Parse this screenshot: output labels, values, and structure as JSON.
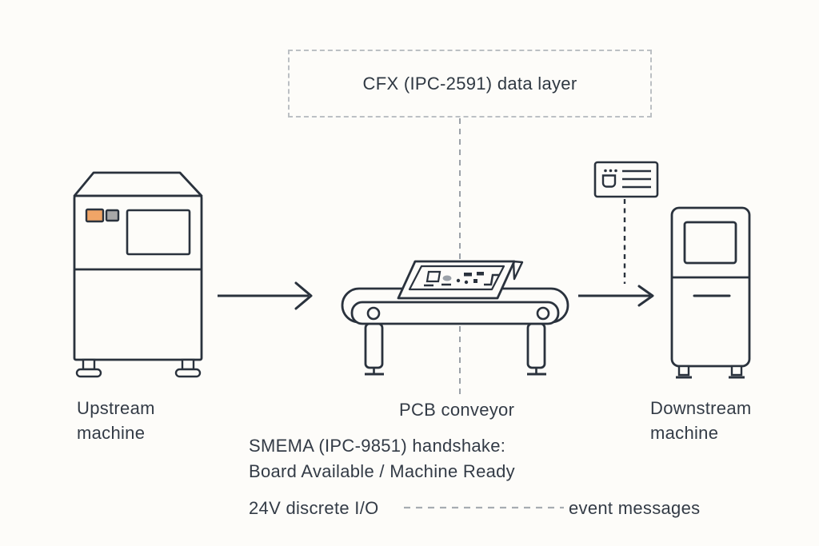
{
  "cfx_box": {
    "label": "CFX (IPC-2591) data layer"
  },
  "nodes": {
    "upstream": {
      "line1": "Upstream",
      "line2": "machine",
      "icon": "upstream-machine-cabinet-icon"
    },
    "conveyor": {
      "label": "PCB conveyor",
      "icon": "pcb-conveyor-icon"
    },
    "downstream": {
      "line1": "Downstream",
      "line2": "machine",
      "icon": "downstream-machine-cabinet-icon"
    }
  },
  "annotations": {
    "handshake_line1": "SMEMA (IPC-9851) handshake:",
    "handshake_line2": "Board Available / Machine Ready"
  },
  "legend": {
    "io_label": "24V discrete I/O",
    "event_label": "event messages"
  },
  "colors": {
    "stroke": "#2a323d",
    "text": "#333b46",
    "accent_orange": "#f0a567",
    "button_gray": "#a8a8a8",
    "dashed_gray": "#9ba1a8",
    "box_border_gray": "#bcc0c4",
    "background": "#fdfcf9"
  }
}
